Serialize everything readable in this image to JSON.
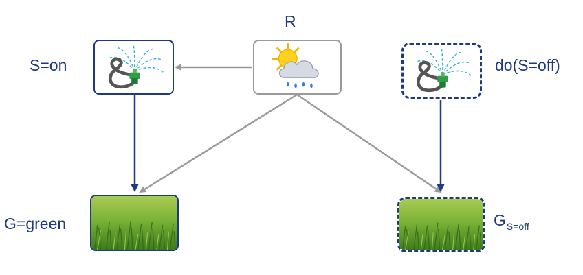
{
  "nodes": {
    "sprinkler_on": {
      "label": "S=on"
    },
    "rain": {
      "label": "R"
    },
    "sprinkler_do": {
      "label": "do(S=off)"
    },
    "grass_observed": {
      "label": "G=green"
    },
    "grass_counterfactual": {
      "label_main": "G",
      "label_sub": "S=off"
    }
  },
  "edges": [
    {
      "from": "R",
      "to": "S=on",
      "color": "#9a9a9a"
    },
    {
      "from": "S=on",
      "to": "G=green",
      "color": "#1f3a80"
    },
    {
      "from": "R",
      "to": "G=green",
      "color": "#9a9a9a"
    },
    {
      "from": "R",
      "to": "G_S=off",
      "color": "#9a9a9a"
    },
    {
      "from": "do(S=off)",
      "to": "G_S=off",
      "color": "#1f3a80"
    }
  ],
  "icons": {
    "sprinkler": "sprinkler-icon",
    "weather": "sun-rain-cloud-icon",
    "grass": "grass-icon"
  },
  "colors": {
    "navy": "#1f3a80",
    "gray": "#9a9a9a"
  }
}
